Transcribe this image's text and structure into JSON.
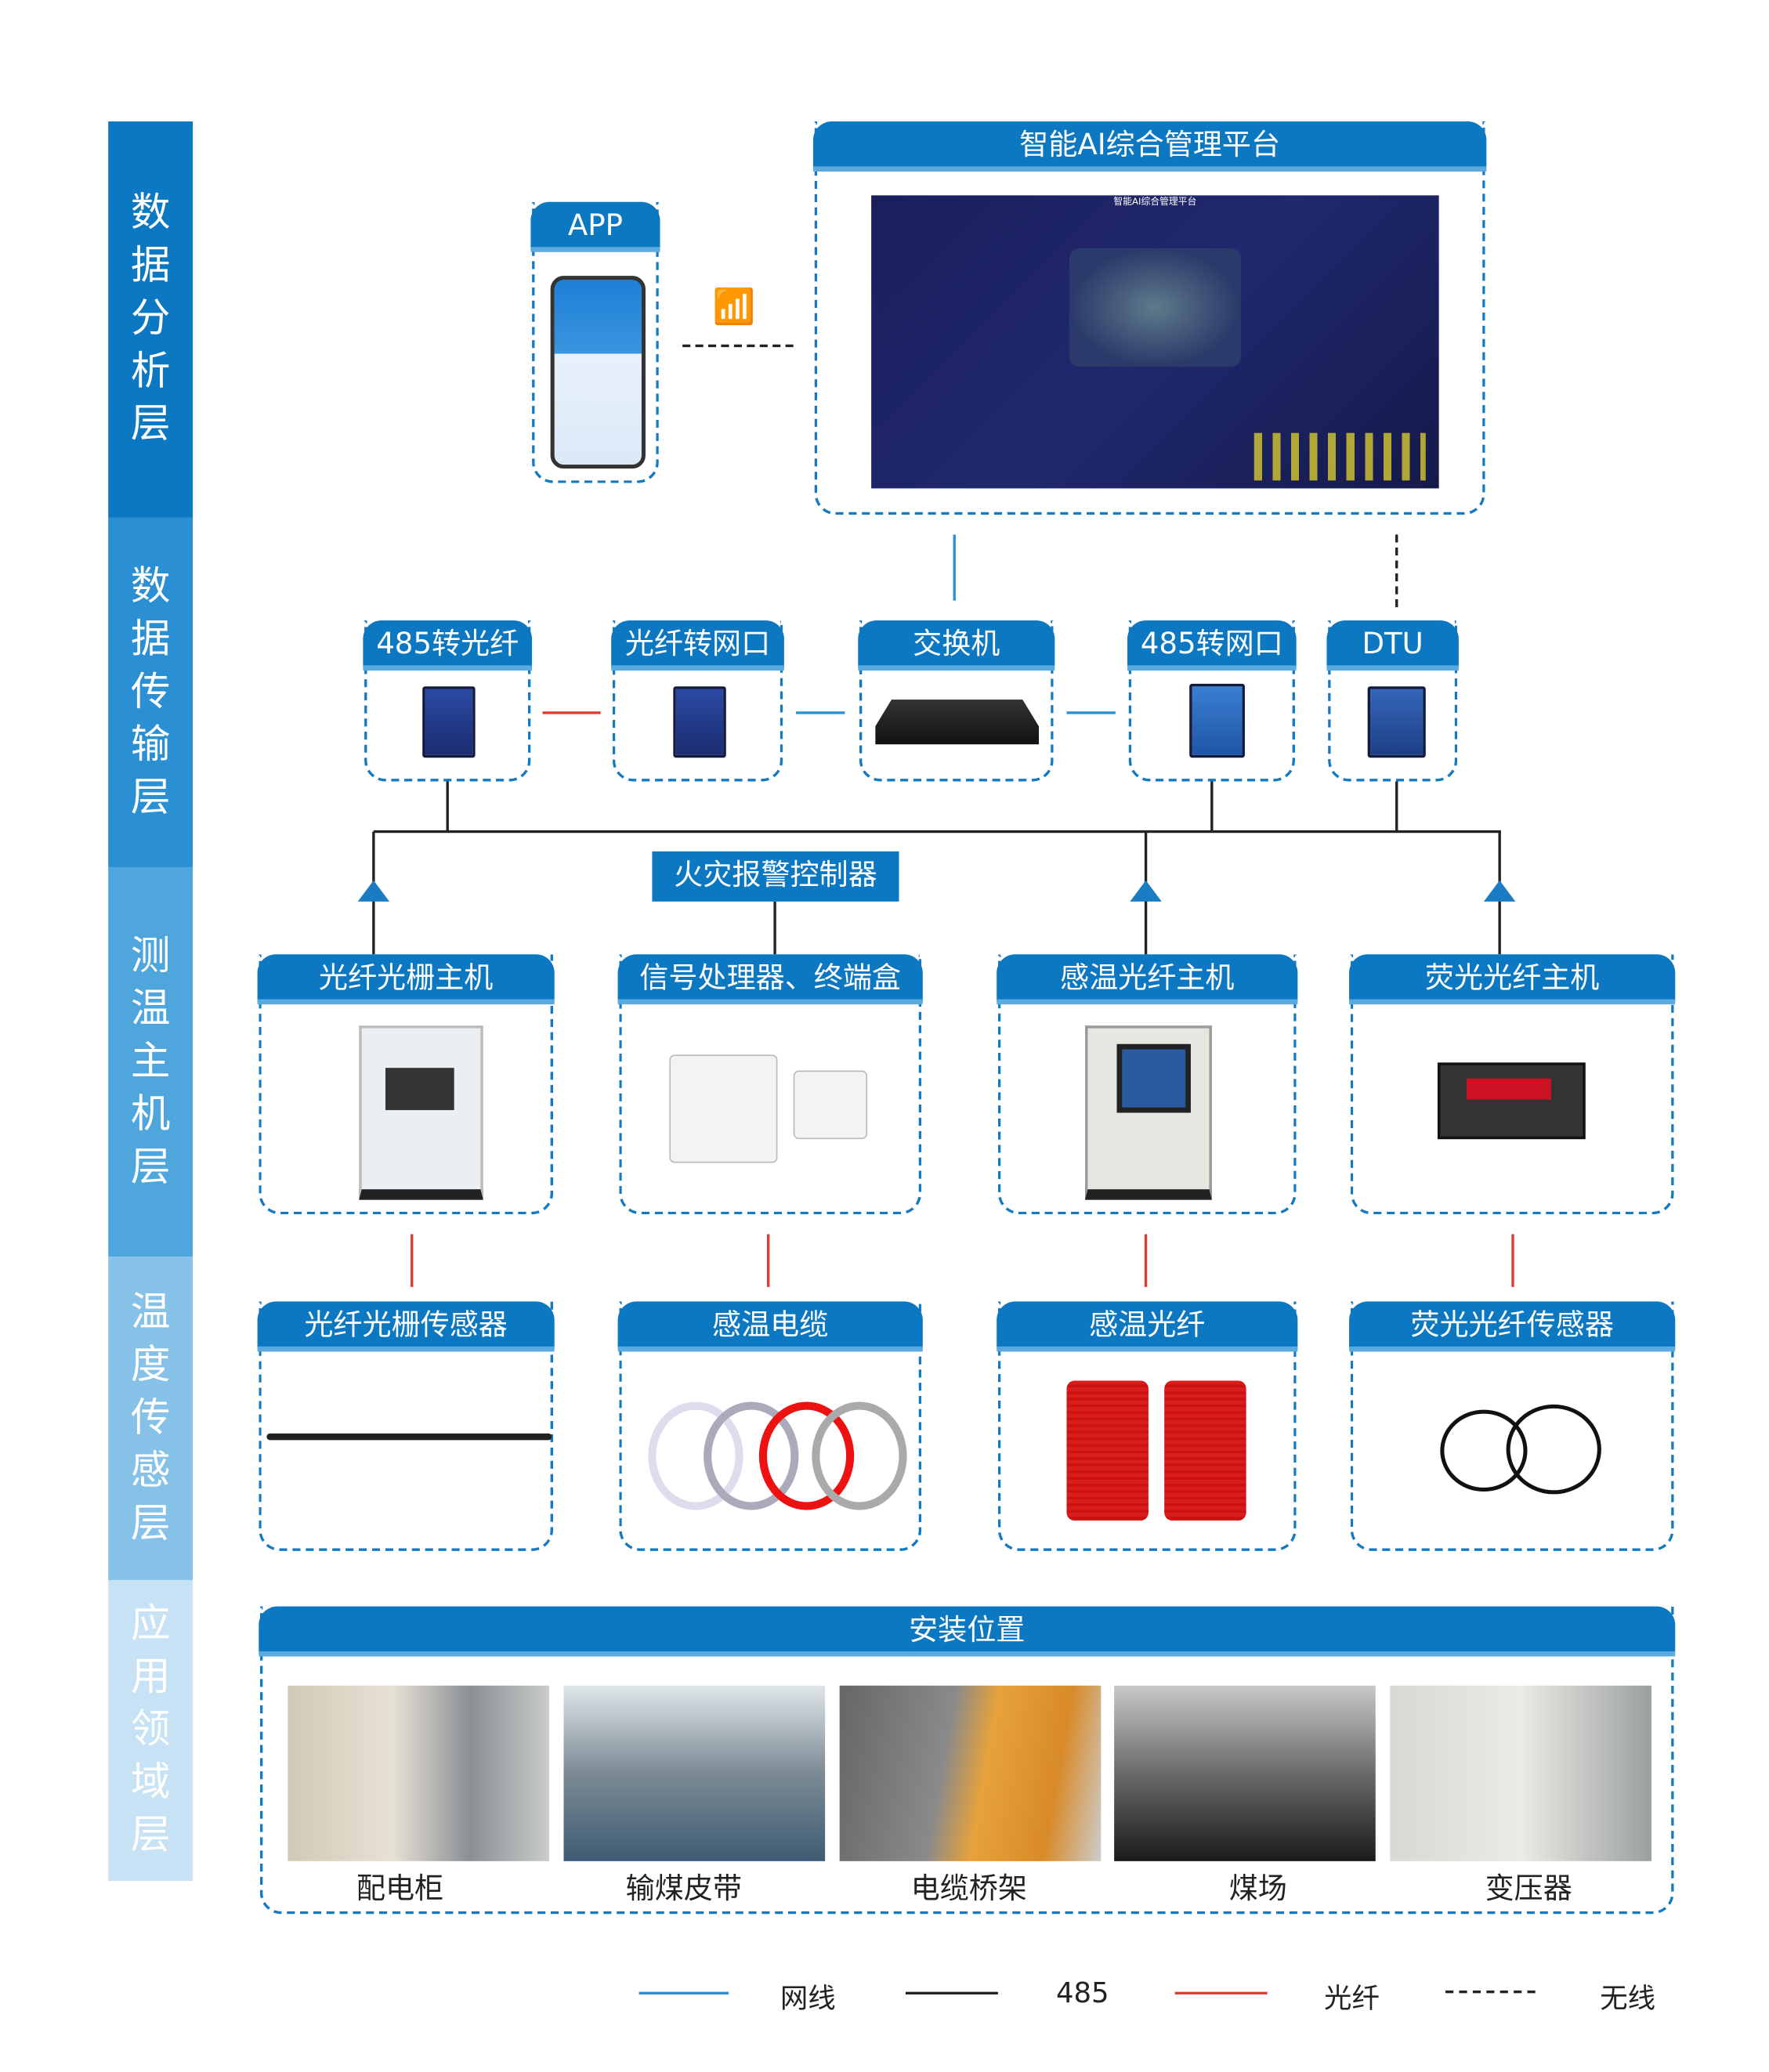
{
  "layers": [
    "数据分析层",
    "数据传输层",
    "测温主机层",
    "温度传感层",
    "应用领域层"
  ],
  "layer_colors": [
    "#0d78c2",
    "#2b8fd3",
    "#4ea6dd",
    "#86c2e8",
    "#c6e2f4"
  ],
  "platform": {
    "title": "智能AI综合管理平台",
    "screen_title": "智能AI综合管理平台"
  },
  "app": {
    "title": "APP"
  },
  "transmission": [
    "485转光纤",
    "光纤转网口",
    "交换机",
    "485转网口",
    "DTU"
  ],
  "controller": "火灾报警控制器",
  "hosts": [
    "光纤光栅主机",
    "信号处理器、终端盒",
    "感温光纤主机",
    "荧光光纤主机"
  ],
  "sensors": [
    "光纤光栅传感器",
    "感温电缆",
    "感温光纤",
    "荧光光纤传感器"
  ],
  "install": {
    "title": "安装位置",
    "places": [
      "配电柜",
      "输煤皮带",
      "电缆桥架",
      "煤场",
      "变压器"
    ]
  },
  "legend": [
    {
      "label": "网线",
      "color": "#2a8fd6"
    },
    {
      "label": "485",
      "color": "#222222"
    },
    {
      "label": "光纤",
      "color": "#e23b2f"
    },
    {
      "label": "无线",
      "color": "#222222"
    }
  ]
}
